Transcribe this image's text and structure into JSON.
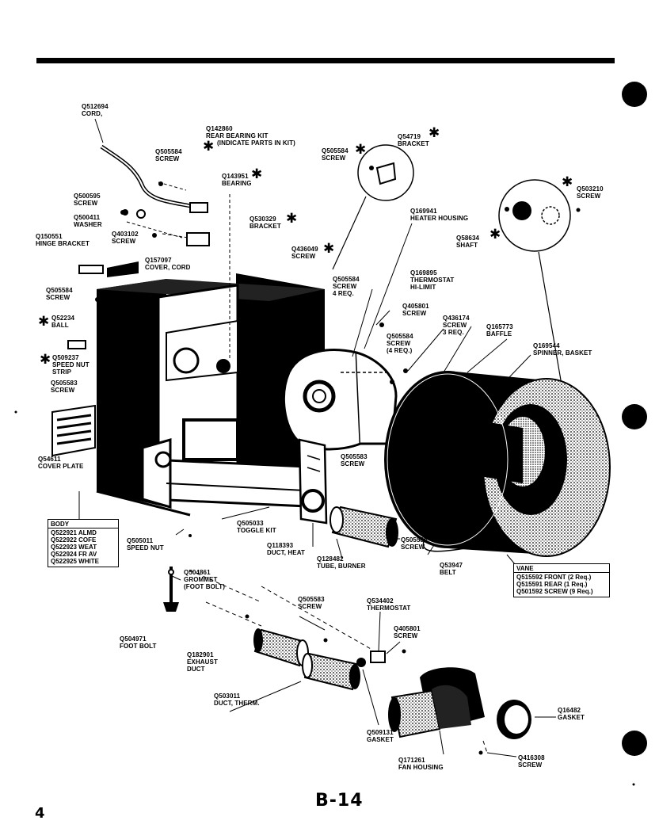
{
  "page": {
    "code": "B-14",
    "number": "4",
    "asterisk": "✱"
  },
  "labels": {
    "cord": [
      "Q512694",
      "CORD,"
    ],
    "rear_bearing_kit": [
      "Q142860",
      "REAR BEARING KIT",
      "(INDICATE PARTS IN KIT)"
    ],
    "screw_top": [
      "Q505584",
      "SCREW"
    ],
    "bearing": [
      "Q143951",
      "BEARING"
    ],
    "screw_upper_kit": [
      "Q505584",
      "SCREW"
    ],
    "bracket_kit": [
      "Q54719",
      "BRACKET"
    ],
    "screw_left1": [
      "Q500595",
      "SCREW"
    ],
    "washer": [
      "Q500411",
      "WASHER"
    ],
    "hinge_bracket": [
      "Q150551",
      "HINGE BRACKET"
    ],
    "screw_mid": [
      "Q403102",
      "SCREW"
    ],
    "bracket_mid": [
      "Q530329",
      "BRACKET"
    ],
    "heater_housing": [
      "Q169941",
      "HEATER HOUSING"
    ],
    "screw_right_kit": [
      "Q503210",
      "SCREW"
    ],
    "shaft": [
      "Q58634",
      "SHAFT"
    ],
    "cover_cord": [
      "Q157097",
      "COVER, CORD"
    ],
    "screw_bracket": [
      "Q436049",
      "SCREW"
    ],
    "screw_left2": [
      "Q505584",
      "SCREW"
    ],
    "screw_4req": [
      "Q505584",
      "SCREW",
      "4 REQ."
    ],
    "thermostat_hilimit": [
      "Q169895",
      "THERMOSTAT",
      "HI-LIMIT"
    ],
    "ball": [
      "Q52234",
      "BALL"
    ],
    "screw_405801": [
      "Q405801",
      "SCREW"
    ],
    "screw_3req": [
      "Q436174",
      "SCREW",
      "3 REQ."
    ],
    "baffle": [
      "Q165773",
      "BAFFLE"
    ],
    "screw_4req_b": [
      "Q505584",
      "SCREW",
      "(4 REQ.)"
    ],
    "speed_nut_strip": [
      "Q509237",
      "SPEED NUT",
      "STRIP"
    ],
    "screw_left3": [
      "Q505583",
      "SCREW"
    ],
    "spinner_basket": [
      "Q169544",
      "SPINNER, BASKET"
    ],
    "cover_plate": [
      "Q54611",
      "COVER PLATE"
    ],
    "screw_lower": [
      "Q505583",
      "SCREW"
    ],
    "toggle_kit": [
      "Q505033",
      "TOGGLE KIT"
    ],
    "speed_nut": [
      "Q505011",
      "SPEED NUT"
    ],
    "duct_heat": [
      "Q118393",
      "DUCT, HEAT"
    ],
    "tube_burner": [
      "Q128482",
      "TUBE, BURNER"
    ],
    "screw_tube": [
      "Q505584",
      "SCREW"
    ],
    "belt": [
      "Q53947",
      "BELT"
    ],
    "grommet": [
      "Q504861",
      "GROMMET",
      "(FOOT BOLT)"
    ],
    "screw_thermo": [
      "Q505583",
      "SCREW"
    ],
    "thermostat": [
      "Q534402",
      "THERMOSTAT"
    ],
    "screw_405801b": [
      "Q405801",
      "SCREW"
    ],
    "foot_bolt": [
      "Q504971",
      "FOOT BOLT"
    ],
    "exhaust_duct": [
      "Q182901",
      "EXHAUST",
      "DUCT"
    ],
    "duct_therm": [
      "Q503011",
      "DUCT, THERM."
    ],
    "gasket_small": [
      "Q509131",
      "GASKET"
    ],
    "fan_housing": [
      "Q171261",
      "FAN HOUSING"
    ],
    "gasket_big": [
      "Q16482",
      "GASKET"
    ],
    "screw_fan": [
      "Q416308",
      "SCREW"
    ]
  },
  "body_box": {
    "title": "BODY",
    "rows": [
      "Q522921 ALMD",
      "Q522922 COFE",
      "Q522923 WEAT",
      "Q522924 FR AV",
      "Q522925 WHITE"
    ]
  },
  "vane_box": {
    "title": "VANE",
    "rows": [
      "Q515592 FRONT (2 Req.)",
      "Q515591 REAR (1 Req.)",
      "Q501592 SCREW (9 Req.)"
    ]
  }
}
